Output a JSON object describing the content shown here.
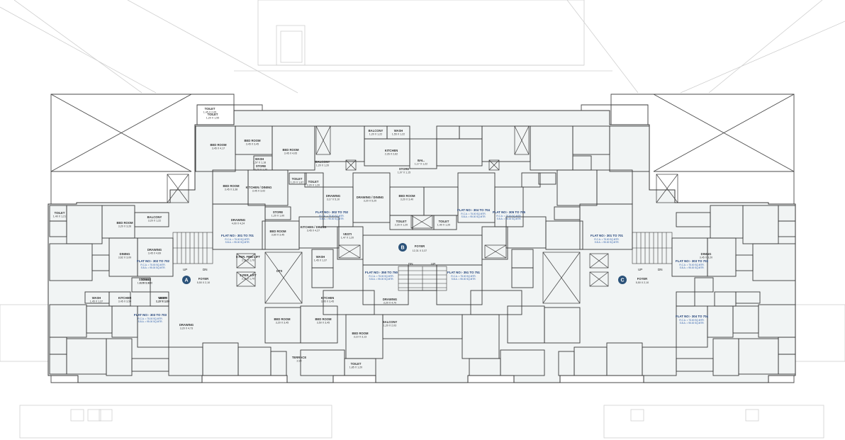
{
  "wings": {
    "a": {
      "letter": "A",
      "foyer_name": "FOYER",
      "foyer_dim": "5,50 X 2,10"
    },
    "b": {
      "letter": "B",
      "foyer_name": "FOYER",
      "foyer_dim": "12,31 X 3,37"
    },
    "c": {
      "letter": "C",
      "foyer_name": "FOYER",
      "foyer_dim": "5,50 X 2,10"
    }
  },
  "stairs": {
    "up": "UP",
    "down": "DN"
  },
  "flats": [
    {
      "id": "flat-301-701",
      "title": "FLAT NO:- 301 TO 701",
      "area1": "R.C.A. = 75.00 SQ.MTR.",
      "area2": "S.B.A. = 95.00 SQ.MTR."
    },
    {
      "id": "flat-302-702",
      "title": "FLAT NO:- 302 TO 702",
      "area1": "R.C.A. = 75.00 SQ.MTR.",
      "area2": "S.B.A. = 95.00 SQ.MTR."
    },
    {
      "id": "flat-303-703",
      "title": "FLAT NO:- 303 TO 703",
      "area1": "R.C.A. = 75.00 SQ.MTR.",
      "area2": "S.B.A. = 95.00 SQ.MTR."
    },
    {
      "id": "flat-304-704",
      "title": "FLAT NO:- 304 TO 704",
      "area1": "R.C.A. = 75.00 SQ.MTR.",
      "area2": "S.B.A. = 95.00 SQ.MTR."
    },
    {
      "id": "flat-305-705",
      "title": "FLAT NO:- 305 TO 705",
      "area1": "R.C.A. = 75.00 SQ.MTR.",
      "area2": "S.B.A. = 95.00 SQ.MTR."
    },
    {
      "id": "flat-350-750",
      "title": "FLAT NO:- 350 TO 750",
      "area1": "R.C.A. = 75.00 SQ.MTR.",
      "area2": "S.B.A. = 95.00 SQ.MTR."
    },
    {
      "id": "flat-351-751",
      "title": "FLAT NO:- 351 TO 751",
      "area1": "R.C.A. = 75.00 SQ.MTR.",
      "area2": "S.B.A. = 95.00 SQ.MTR."
    },
    {
      "id": "flat-301-701-c",
      "title": "FLAT NO:- 301 TO 701",
      "area1": "R.C.A. = 75.00 SQ.MTR.",
      "area2": "S.B.A. = 95.00 SQ.MTR."
    },
    {
      "id": "flat-302-702-c",
      "title": "FLAT NO:- 302 TO 702",
      "area1": "R.C.A. = 75.00 SQ.MTR.",
      "area2": "S.B.A. = 95.00 SQ.MTR."
    },
    {
      "id": "flat-303-703-c",
      "title": "FLAT NO:- 303 TO 703",
      "area1": "R.C.A. = 75.00 SQ.MTR.",
      "area2": "S.B.A. = 95.00 SQ.MTR."
    },
    {
      "id": "flat-304-704-c",
      "title": "FLAT NO:- 304 TO 704",
      "area1": "R.C.A. = 75.00 SQ.MTR.",
      "area2": "S.B.A. = 95.00 SQ.MTR."
    }
  ],
  "rooms": [
    {
      "name": "TOILET",
      "dim": "1,45 X 2,05"
    },
    {
      "name": "TOILET",
      "dim": "1,20 X 1,55"
    },
    {
      "name": "BED ROOM",
      "dim": "3,45 X 4,17"
    },
    {
      "name": "BED ROOM",
      "dim": "3,45 X 3,45"
    },
    {
      "name": "BED ROOM",
      "dim": "3,45 X 4,05"
    },
    {
      "name": "WASH",
      "dim": "1,57 X 1,18"
    },
    {
      "name": "STORE",
      "dim": "0,73 X 1,20"
    },
    {
      "name": "BALCONY",
      "dim": "1,20 X 1,20"
    },
    {
      "name": "TOILET",
      "dim": "1,20 X 1,67"
    },
    {
      "name": "TOILET",
      "dim": "2,20 X 1,20"
    },
    {
      "name": "BED ROOM",
      "dim": "3,45 X 3,38"
    },
    {
      "name": "KITCHEN / DINING",
      "dim": "3,45 X 3,02"
    },
    {
      "name": "BALCONY",
      "dim": "1,20 X 1,22"
    },
    {
      "name": "WASH",
      "dim": "1,55 X 1,22"
    },
    {
      "name": "KITCHEN",
      "dim": "2,26 X 2,62"
    },
    {
      "name": "STORE",
      "dim": "1,07 X 1,15"
    },
    {
      "name": "BAL.",
      "dim": "1,17 X 1,22"
    },
    {
      "name": "DRAWING / DINING",
      "dim": "3,20 X 5,20"
    },
    {
      "name": "BED ROOM",
      "dim": "3,20 X 3,40"
    },
    {
      "name": "TOILET",
      "dim": "2,20 X 1,20"
    },
    {
      "name": "TOILET",
      "dim": "1,40 X 1,20"
    },
    {
      "name": "DRAWING",
      "dim": "3,17 X 5,10"
    },
    {
      "name": "VESTI",
      "dim": "1,47 X 1,20"
    },
    {
      "name": "KITCHEN / DINING",
      "dim": "3,45 X 4,27"
    },
    {
      "name": "STORE",
      "dim": "1,20 X 1,00"
    },
    {
      "name": "BED ROOM",
      "dim": "3,60 X 3,45"
    },
    {
      "name": "DRAWING",
      "dim": "4,00 X 4,24"
    },
    {
      "name": "BED ROOM",
      "dim": "3,20 X 3,26"
    },
    {
      "name": "BALCONY",
      "dim": "3,20 X 1,22"
    },
    {
      "name": "TOILET",
      "dim": "1,40 X 1,21"
    },
    {
      "name": "DINING",
      "dim": "3,62 X 3,09"
    },
    {
      "name": "DRAWING",
      "dim": "3,45 X 4,69"
    },
    {
      "name": "KITCHEN",
      "dim": "3,45 X 3,50"
    },
    {
      "name": "STORE",
      "dim": "1,30 X 1,00"
    },
    {
      "name": "VESTI",
      "dim": "1,27 X 1,20"
    },
    {
      "name": "WASH",
      "dim": "1,45 X 1,37"
    },
    {
      "name": "8 PER. FIRE LIFT",
      "dim": "2,11 X 1,70"
    },
    {
      "name": "8 PER. LIFT",
      "dim": "2,11 X 1,70"
    },
    {
      "name": "KITCHEN",
      "dim": "3,45 X 3,45"
    },
    {
      "name": "DRAWING",
      "dim": "3,20 X 4,70"
    },
    {
      "name": "BED ROOM",
      "dim": "3,50 X 3,45"
    },
    {
      "name": "BED ROOM",
      "dim": "3,20 X 3,45"
    },
    {
      "name": "TOILET",
      "dim": "1,85 X 1,20"
    },
    {
      "name": "BALCONY",
      "dim": "1,20 X 2,03"
    },
    {
      "name": "BED ROOM",
      "dim": "3,10 X 3,13"
    },
    {
      "name": "DRAWING",
      "dim": "3,20 X 4,73"
    },
    {
      "name": "WASH",
      "dim": "1,45 X 1,37"
    },
    {
      "name": "STORE",
      "dim": "1,07 X 1,00"
    },
    {
      "name": "VESTI",
      "dim": "1,20 X 1,00"
    },
    {
      "name": "DINING",
      "dim": "3,45 X 3,20"
    },
    {
      "name": "OTS",
      "dim": ""
    },
    {
      "name": "TERRACE",
      "dim": "2,90"
    }
  ],
  "colors": {
    "line": "#3a3a3a",
    "faint": "#c9c9c9",
    "floor": "#f1f4f4",
    "wing_marker": "#2b5279",
    "flat_label": "#1e3f78"
  }
}
